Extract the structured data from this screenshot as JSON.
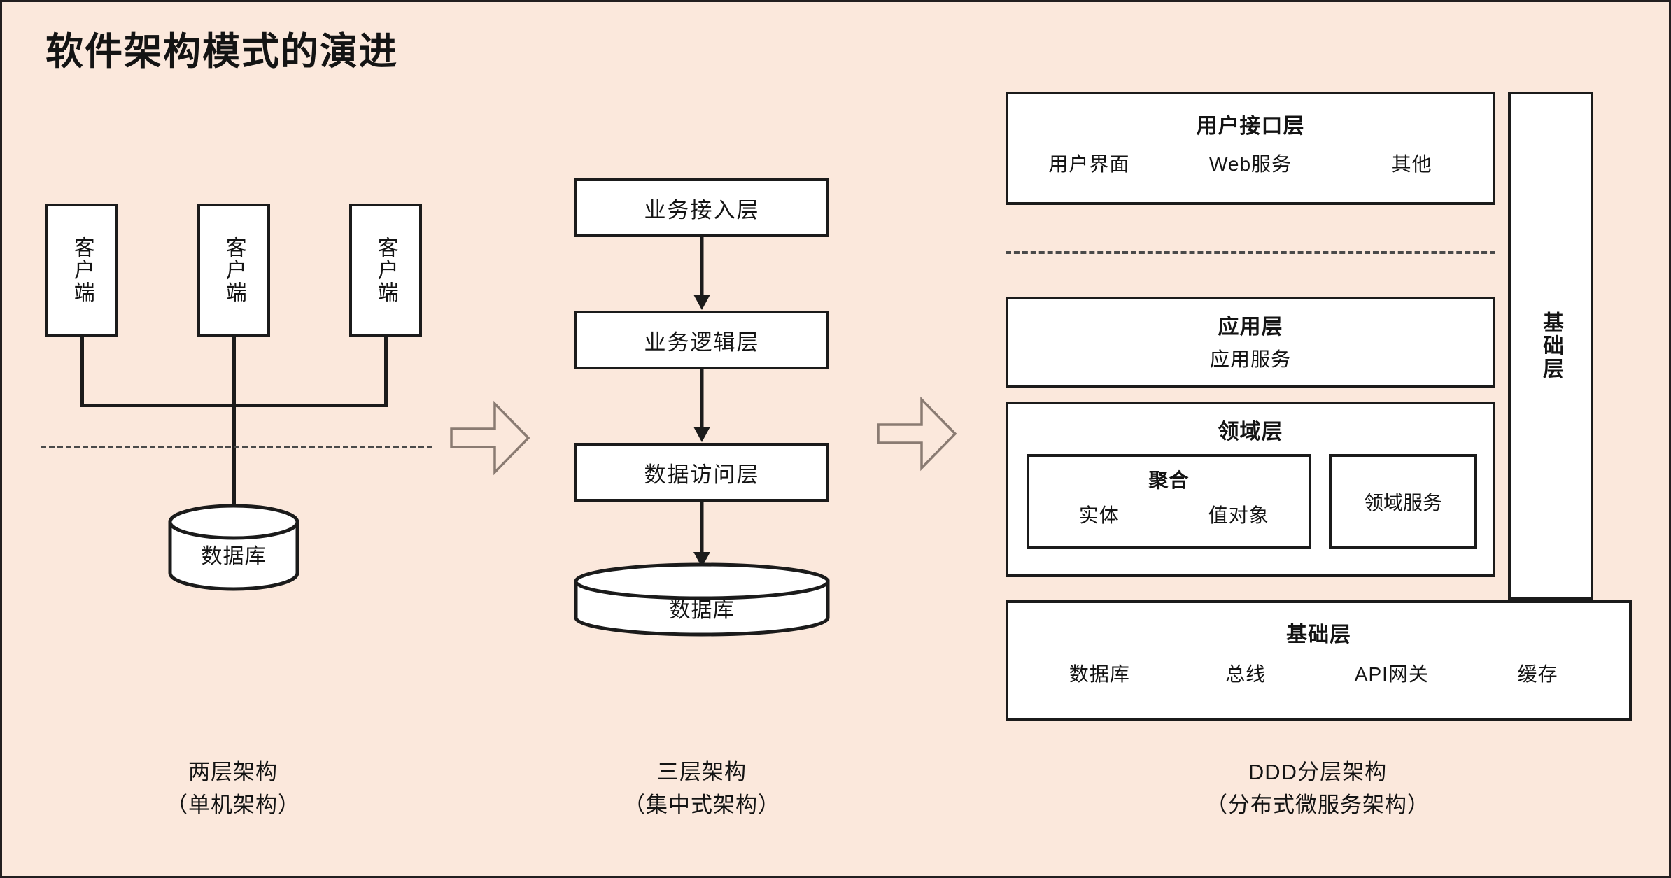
{
  "page": {
    "title": "软件架构模式的演进",
    "background_color": "#fbe8dc",
    "border_color": "#231f20",
    "box_fill": "#ffffff",
    "line_color": "#1b1b1b",
    "arrow_outline_color": "#8a7b72"
  },
  "two_tier": {
    "clients": [
      {
        "label": "客户端"
      },
      {
        "label": "客户端"
      },
      {
        "label": "客户端"
      }
    ],
    "database": {
      "label": "数据库"
    },
    "caption_line1": "两层架构",
    "caption_line2": "（单机架构）"
  },
  "three_tier": {
    "layers": [
      {
        "label": "业务接入层"
      },
      {
        "label": "业务逻辑层"
      },
      {
        "label": "数据访问层"
      }
    ],
    "database": {
      "label": "数据库"
    },
    "caption_line1": "三层架构",
    "caption_line2": "（集中式架构）"
  },
  "ddd": {
    "user_interface_layer": {
      "title": "用户接口层",
      "items": [
        "用户界面",
        "Web服务",
        "其他"
      ]
    },
    "application_layer": {
      "title": "应用层",
      "items": [
        "应用服务"
      ]
    },
    "domain_layer": {
      "title": "领域层",
      "aggregate": {
        "title": "聚合",
        "items": [
          "实体",
          "值对象"
        ]
      },
      "domain_service": {
        "label": "领域服务"
      }
    },
    "infrastructure_layer": {
      "title": "基础层",
      "items": [
        "数据库",
        "总线",
        "API网关",
        "缓存"
      ]
    },
    "infrastructure_sidebar": {
      "label": "基础层"
    },
    "caption_line1": "DDD分层架构",
    "caption_line2": "（分布式微服务架构）"
  },
  "transitions": [
    {
      "name": "arrow-two-to-three"
    },
    {
      "name": "arrow-three-to-ddd"
    }
  ]
}
